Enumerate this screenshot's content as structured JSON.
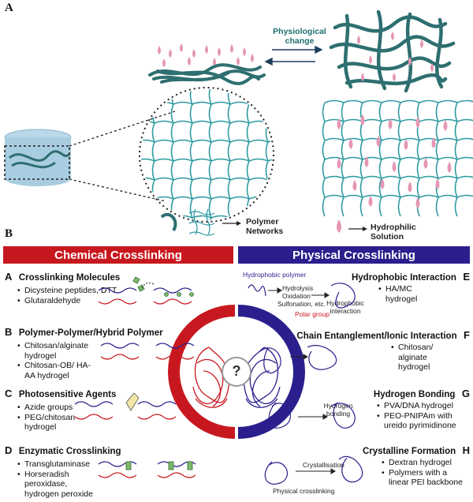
{
  "panel_a": {
    "letter": "A",
    "physiological_change": "Physiological change",
    "legend_networks": "Polymer Networks",
    "legend_solution": "Hydrophilic Solution"
  },
  "panel_b": {
    "letter": "B",
    "left_banner": "Chemical Crosslinking",
    "right_banner": "Physical Crosslinking",
    "center_symbol": "?",
    "colors": {
      "chemical": "#c8181f",
      "physical": "#2a1f8c",
      "teal": "#2e7f80",
      "pink": "#e597b5"
    },
    "left_sections": [
      {
        "letter": "A",
        "title": "Crosslinking Molecules",
        "bullets": [
          "Dicysteine peptides, DTT",
          "Glutaraldehyde"
        ]
      },
      {
        "letter": "B",
        "title": "Polymer-Polymer/Hybrid Polymer",
        "bullets": [
          "Chitosan/alginate hydrogel",
          "Chitosan-OB/ HA-AA hydrogel"
        ]
      },
      {
        "letter": "C",
        "title": "Photosensitive Agents",
        "bullets": [
          "Azide groups",
          "PEG/chitosan hydrogel"
        ]
      },
      {
        "letter": "D",
        "title": "Enzymatic Crosslinking",
        "bullets": [
          "Transglutaminase",
          "Horseradish peroxidase, hydrogen peroxide"
        ]
      }
    ],
    "right_sections": [
      {
        "letter": "E",
        "title": "Hydrophobic Interaction",
        "bullets": [
          "HA/MC hydrogel"
        ]
      },
      {
        "letter": "F",
        "title": "Chain Entanglement/Ionic Interaction",
        "bullets": [
          "Chitosan/ alginate hydrogel"
        ]
      },
      {
        "letter": "G",
        "title": "Hydrogen Bonding",
        "bullets": [
          "PVA/DNA hydrogel",
          "PEO-PNIPAm with ureido pyrimidinone"
        ]
      },
      {
        "letter": "H",
        "title": "Crystalline Formation",
        "bullets": [
          "Dextran hydrogel",
          "Polymers with a linear PEI backbone"
        ]
      }
    ],
    "annotations": {
      "hydrophobic_polymer": "Hydrophobic polymer",
      "hydrolysis": "Hydrolysis",
      "oxidation": "Oxidation",
      "sulfonation": "Sulfonation, etc.",
      "polar_group": "Polar group",
      "hydrophobic_interaction": "Hydrophobic interaction",
      "hydrogen_bonding": "Hydrogen bonding",
      "crystallisation": "Crystallisation",
      "physical_crosslinking": "Physical crosslinking"
    }
  }
}
